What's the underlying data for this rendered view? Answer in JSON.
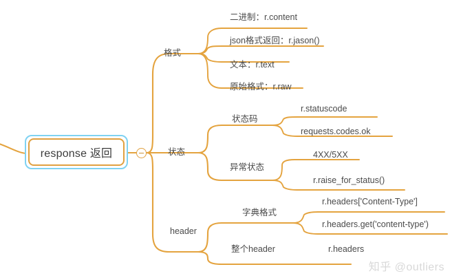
{
  "diagram": {
    "type": "mind-map",
    "colors": {
      "edge": "#e4a33e",
      "node_border": "#e0a040",
      "selection_border": "#7fd2f2",
      "text": "#4a4a4a",
      "root_text": "#3b3b3b",
      "watermark": "#d8d8d8",
      "background": "#ffffff"
    },
    "root": {
      "label": "response 返回",
      "toggle_icon": "minus-icon"
    },
    "branches": [
      {
        "label": "格式",
        "children": [
          {
            "label": "二进制：r.content"
          },
          {
            "label": "json格式返回：r.jason()"
          },
          {
            "label": "文本：r.text"
          },
          {
            "label": "原始格式：r.raw"
          }
        ]
      },
      {
        "label": "状态",
        "children": [
          {
            "label": "状态码",
            "children": [
              {
                "label": "r.statuscode"
              },
              {
                "label": "requests.codes.ok"
              }
            ]
          },
          {
            "label": "异常状态",
            "children": [
              {
                "label": "4XX/5XX"
              },
              {
                "label": "r.raise_for_status()"
              }
            ]
          }
        ]
      },
      {
        "label": "header",
        "children": [
          {
            "label": "字典格式",
            "children": [
              {
                "label": "r.headers['Content-Type']"
              },
              {
                "label": "r.headers.get('content-type')"
              }
            ]
          },
          {
            "label": "整个header",
            "children": [
              {
                "label": "r.headers"
              }
            ]
          }
        ]
      }
    ]
  },
  "watermark": {
    "text": "知乎 @outliers"
  }
}
